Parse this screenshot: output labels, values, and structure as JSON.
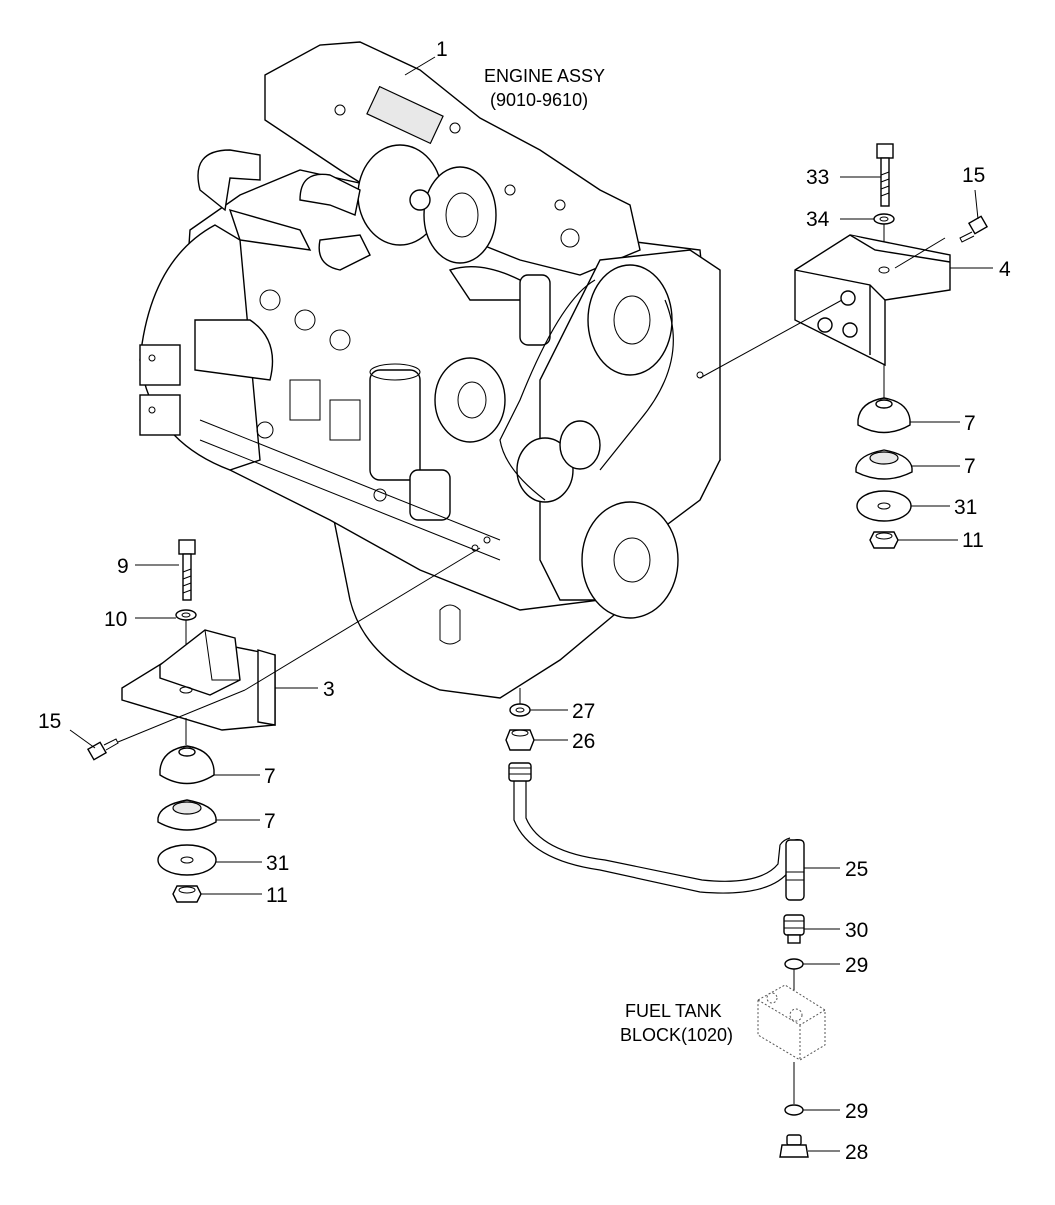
{
  "captions": {
    "engine": [
      "ENGINE ASSY",
      "(9010-9610)"
    ],
    "fuel_block": [
      "FUEL TANK",
      "BLOCK(1020)"
    ]
  },
  "callouts": [
    {
      "id": "c1",
      "text": "1"
    },
    {
      "id": "c33",
      "text": "33"
    },
    {
      "id": "c15r",
      "text": "15"
    },
    {
      "id": "c34",
      "text": "34"
    },
    {
      "id": "c4",
      "text": "4"
    },
    {
      "id": "c7a",
      "text": "7"
    },
    {
      "id": "c7b",
      "text": "7"
    },
    {
      "id": "c31a",
      "text": "31"
    },
    {
      "id": "c11a",
      "text": "11"
    },
    {
      "id": "c9",
      "text": "9"
    },
    {
      "id": "c10",
      "text": "10"
    },
    {
      "id": "c3",
      "text": "3"
    },
    {
      "id": "c15l",
      "text": "15"
    },
    {
      "id": "c7c",
      "text": "7"
    },
    {
      "id": "c7d",
      "text": "7"
    },
    {
      "id": "c31b",
      "text": "31"
    },
    {
      "id": "c11b",
      "text": "11"
    },
    {
      "id": "c27",
      "text": "27"
    },
    {
      "id": "c26",
      "text": "26"
    },
    {
      "id": "c25",
      "text": "25"
    },
    {
      "id": "c30",
      "text": "30"
    },
    {
      "id": "c29a",
      "text": "29"
    },
    {
      "id": "c29b",
      "text": "29"
    },
    {
      "id": "c28",
      "text": "28"
    }
  ]
}
